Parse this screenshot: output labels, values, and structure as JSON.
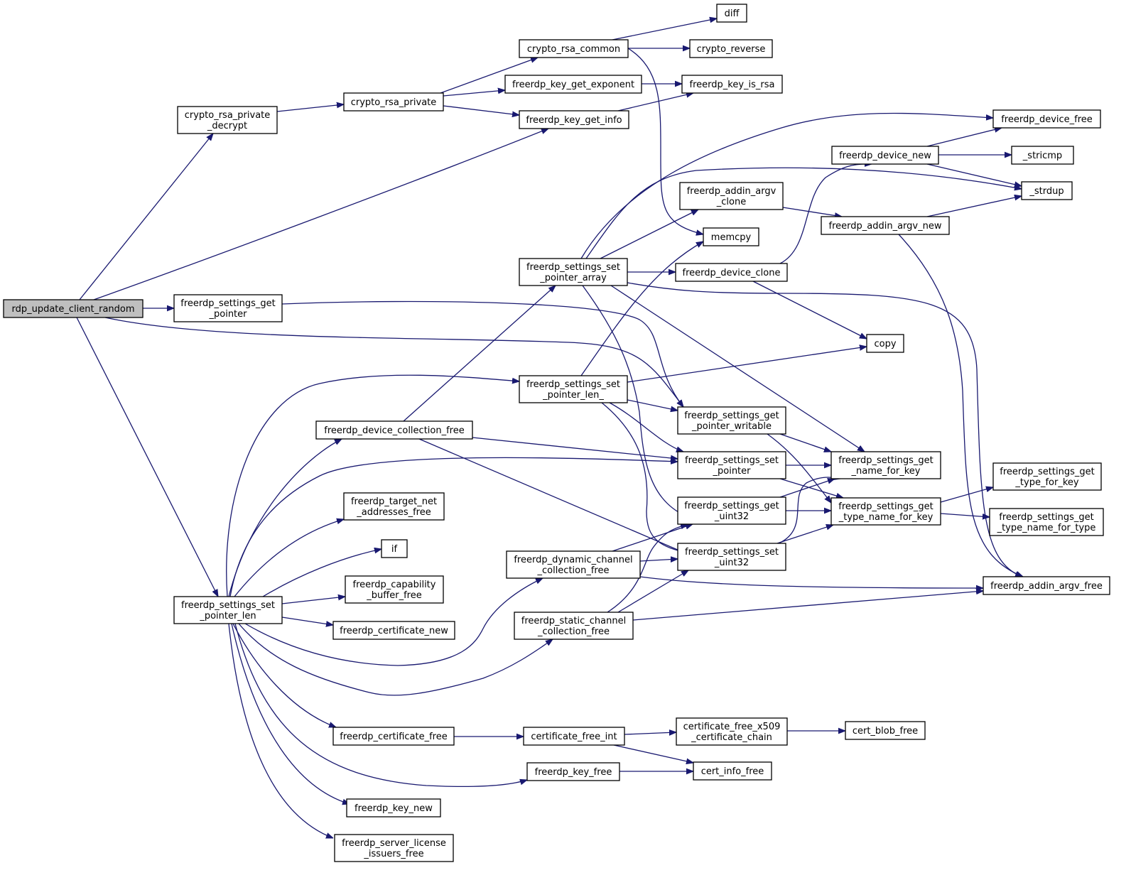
{
  "graph": {
    "colors": {
      "edge": "#191970",
      "root_fill": "#bfbfbf",
      "node_fill": "#ffffff",
      "border": "#000000"
    },
    "nodes": [
      {
        "id": "rdp_update_client_random",
        "lines": [
          "rdp_update_client_random"
        ],
        "root": true
      },
      {
        "id": "crypto_rsa_private_decrypt",
        "lines": [
          "crypto_rsa_private",
          "_decrypt"
        ]
      },
      {
        "id": "crypto_rsa_private",
        "lines": [
          "crypto_rsa_private"
        ]
      },
      {
        "id": "crypto_rsa_common",
        "lines": [
          "crypto_rsa_common"
        ]
      },
      {
        "id": "diff",
        "lines": [
          "diff"
        ]
      },
      {
        "id": "crypto_reverse",
        "lines": [
          "crypto_reverse"
        ]
      },
      {
        "id": "memcpy",
        "lines": [
          "memcpy"
        ]
      },
      {
        "id": "freerdp_key_get_exponent",
        "lines": [
          "freerdp_key_get_exponent"
        ]
      },
      {
        "id": "freerdp_key_is_rsa",
        "lines": [
          "freerdp_key_is_rsa"
        ]
      },
      {
        "id": "freerdp_key_get_info",
        "lines": [
          "freerdp_key_get_info"
        ]
      },
      {
        "id": "freerdp_settings_get_pointer",
        "lines": [
          "freerdp_settings_get",
          "_pointer"
        ]
      },
      {
        "id": "freerdp_settings_get_pointer_writable",
        "lines": [
          "freerdp_settings_get",
          "_pointer_writable"
        ]
      },
      {
        "id": "freerdp_settings_get_name_for_key",
        "lines": [
          "freerdp_settings_get",
          "_name_for_key"
        ]
      },
      {
        "id": "freerdp_settings_get_type_name_for_key",
        "lines": [
          "freerdp_settings_get",
          "_type_name_for_key"
        ]
      },
      {
        "id": "freerdp_settings_get_type_for_key",
        "lines": [
          "freerdp_settings_get",
          "_type_for_key"
        ]
      },
      {
        "id": "freerdp_settings_get_type_name_for_type",
        "lines": [
          "freerdp_settings_get",
          "_type_name_for_type"
        ]
      },
      {
        "id": "freerdp_settings_set_pointer_len",
        "lines": [
          "freerdp_settings_set",
          "_pointer_len"
        ]
      },
      {
        "id": "freerdp_capability_buffer_free",
        "lines": [
          "freerdp_capability",
          "_buffer_free"
        ]
      },
      {
        "id": "freerdp_certificate_free",
        "lines": [
          "freerdp_certificate_free"
        ]
      },
      {
        "id": "certificate_free_int",
        "lines": [
          "certificate_free_int"
        ]
      },
      {
        "id": "cert_info_free",
        "lines": [
          "cert_info_free"
        ]
      },
      {
        "id": "certificate_free_x509_certificate_chain",
        "lines": [
          "certificate_free_x509",
          "_certificate_chain"
        ]
      },
      {
        "id": "cert_blob_free",
        "lines": [
          "cert_blob_free"
        ]
      },
      {
        "id": "freerdp_certificate_new",
        "lines": [
          "freerdp_certificate_new"
        ]
      },
      {
        "id": "freerdp_device_collection_free",
        "lines": [
          "freerdp_device_collection_free"
        ]
      },
      {
        "id": "freerdp_settings_set_pointer_array",
        "lines": [
          "freerdp_settings_set",
          "_pointer_array"
        ]
      },
      {
        "id": "freerdp_addin_argv_clone",
        "lines": [
          "freerdp_addin_argv",
          "_clone"
        ]
      },
      {
        "id": "freerdp_addin_argv_new",
        "lines": [
          "freerdp_addin_argv_new"
        ]
      },
      {
        "id": "_strdup",
        "lines": [
          "_strdup"
        ]
      },
      {
        "id": "freerdp_addin_argv_free",
        "lines": [
          "freerdp_addin_argv_free"
        ]
      },
      {
        "id": "freerdp_device_clone",
        "lines": [
          "freerdp_device_clone"
        ]
      },
      {
        "id": "copy",
        "lines": [
          "copy"
        ]
      },
      {
        "id": "freerdp_device_new",
        "lines": [
          "freerdp_device_new"
        ]
      },
      {
        "id": "freerdp_device_free",
        "lines": [
          "freerdp_device_free"
        ]
      },
      {
        "id": "_stricmp",
        "lines": [
          "_stricmp"
        ]
      },
      {
        "id": "freerdp_settings_set_pointer",
        "lines": [
          "freerdp_settings_set",
          "_pointer"
        ]
      },
      {
        "id": "freerdp_settings_set_uint32",
        "lines": [
          "freerdp_settings_set",
          "_uint32"
        ]
      },
      {
        "id": "freerdp_settings_get_uint32",
        "lines": [
          "freerdp_settings_get",
          "_uint32"
        ]
      },
      {
        "id": "freerdp_settings_set_pointer_len_",
        "lines": [
          "freerdp_settings_set",
          "_pointer_len_"
        ]
      },
      {
        "id": "freerdp_dynamic_channel_collection_free",
        "lines": [
          "freerdp_dynamic_channel",
          "_collection_free"
        ]
      },
      {
        "id": "freerdp_key_free",
        "lines": [
          "freerdp_key_free"
        ]
      },
      {
        "id": "freerdp_key_new",
        "lines": [
          "freerdp_key_new"
        ]
      },
      {
        "id": "freerdp_server_license_issuers_free",
        "lines": [
          "freerdp_server_license",
          "_issuers_free"
        ]
      },
      {
        "id": "freerdp_static_channel_collection_free",
        "lines": [
          "freerdp_static_channel",
          "_collection_free"
        ]
      },
      {
        "id": "freerdp_target_net_addresses_free",
        "lines": [
          "freerdp_target_net",
          "_addresses_free"
        ]
      },
      {
        "id": "if",
        "lines": [
          "if"
        ]
      }
    ],
    "edges": [
      {
        "from": "rdp_update_client_random",
        "to": "crypto_rsa_private_decrypt"
      },
      {
        "from": "rdp_update_client_random",
        "to": "freerdp_key_get_info"
      },
      {
        "from": "rdp_update_client_random",
        "to": "freerdp_settings_get_pointer"
      },
      {
        "from": "rdp_update_client_random",
        "to": "freerdp_settings_get_pointer_writable"
      },
      {
        "from": "rdp_update_client_random",
        "to": "freerdp_settings_set_pointer_len"
      },
      {
        "from": "crypto_rsa_private_decrypt",
        "to": "crypto_rsa_private"
      },
      {
        "from": "crypto_rsa_private",
        "to": "crypto_rsa_common"
      },
      {
        "from": "crypto_rsa_private",
        "to": "freerdp_key_get_exponent"
      },
      {
        "from": "crypto_rsa_private",
        "to": "freerdp_key_get_info"
      },
      {
        "from": "crypto_rsa_common",
        "to": "diff"
      },
      {
        "from": "crypto_rsa_common",
        "to": "crypto_reverse"
      },
      {
        "from": "crypto_rsa_common",
        "to": "memcpy"
      },
      {
        "from": "freerdp_key_get_exponent",
        "to": "freerdp_key_is_rsa"
      },
      {
        "from": "freerdp_key_get_info",
        "to": "freerdp_key_is_rsa"
      },
      {
        "from": "freerdp_settings_get_pointer",
        "to": "freerdp_settings_get_pointer_writable"
      },
      {
        "from": "freerdp_settings_get_pointer_writable",
        "to": "freerdp_settings_get_name_for_key"
      },
      {
        "from": "freerdp_settings_get_pointer_writable",
        "to": "freerdp_settings_get_type_name_for_key"
      },
      {
        "from": "freerdp_settings_get_type_name_for_key",
        "to": "freerdp_settings_get_type_for_key"
      },
      {
        "from": "freerdp_settings_get_type_name_for_key",
        "to": "freerdp_settings_get_type_name_for_type"
      },
      {
        "from": "freerdp_settings_set_pointer_len",
        "to": "freerdp_capability_buffer_free"
      },
      {
        "from": "freerdp_settings_set_pointer_len",
        "to": "freerdp_certificate_free"
      },
      {
        "from": "freerdp_settings_set_pointer_len",
        "to": "freerdp_certificate_new"
      },
      {
        "from": "freerdp_settings_set_pointer_len",
        "to": "freerdp_device_collection_free"
      },
      {
        "from": "freerdp_settings_set_pointer_len",
        "to": "freerdp_dynamic_channel_collection_free"
      },
      {
        "from": "freerdp_settings_set_pointer_len",
        "to": "freerdp_key_free"
      },
      {
        "from": "freerdp_settings_set_pointer_len",
        "to": "freerdp_key_new"
      },
      {
        "from": "freerdp_settings_set_pointer_len",
        "to": "freerdp_server_license_issuers_free"
      },
      {
        "from": "freerdp_settings_set_pointer_len",
        "to": "freerdp_settings_set_pointer"
      },
      {
        "from": "freerdp_settings_set_pointer_len",
        "to": "freerdp_settings_set_pointer_len_"
      },
      {
        "from": "freerdp_settings_set_pointer_len",
        "to": "freerdp_static_channel_collection_free"
      },
      {
        "from": "freerdp_settings_set_pointer_len",
        "to": "freerdp_target_net_addresses_free"
      },
      {
        "from": "freerdp_settings_set_pointer_len",
        "to": "if"
      },
      {
        "from": "freerdp_certificate_free",
        "to": "certificate_free_int"
      },
      {
        "from": "certificate_free_int",
        "to": "cert_info_free"
      },
      {
        "from": "certificate_free_int",
        "to": "certificate_free_x509_certificate_chain"
      },
      {
        "from": "certificate_free_x509_certificate_chain",
        "to": "cert_blob_free"
      },
      {
        "from": "freerdp_device_collection_free",
        "to": "freerdp_settings_set_pointer_array"
      },
      {
        "from": "freerdp_device_collection_free",
        "to": "freerdp_settings_set_pointer"
      },
      {
        "from": "freerdp_device_collection_free",
        "to": "freerdp_settings_set_uint32"
      },
      {
        "from": "freerdp_settings_set_pointer_array",
        "to": "freerdp_addin_argv_clone"
      },
      {
        "from": "freerdp_settings_set_pointer_array",
        "to": "freerdp_addin_argv_free"
      },
      {
        "from": "freerdp_settings_set_pointer_array",
        "to": "freerdp_device_clone"
      },
      {
        "from": "freerdp_settings_set_pointer_array",
        "to": "freerdp_device_free"
      },
      {
        "from": "freerdp_settings_set_pointer_array",
        "to": "_strdup"
      },
      {
        "from": "freerdp_settings_set_pointer_array",
        "to": "freerdp_settings_get_name_for_key"
      },
      {
        "from": "freerdp_settings_set_pointer_array",
        "to": "freerdp_settings_get_uint32"
      },
      {
        "from": "freerdp_addin_argv_clone",
        "to": "freerdp_addin_argv_new"
      },
      {
        "from": "freerdp_addin_argv_new",
        "to": "_strdup"
      },
      {
        "from": "freerdp_addin_argv_new",
        "to": "freerdp_addin_argv_free"
      },
      {
        "from": "freerdp_device_clone",
        "to": "copy"
      },
      {
        "from": "freerdp_device_clone",
        "to": "freerdp_device_new"
      },
      {
        "from": "freerdp_device_new",
        "to": "freerdp_device_free"
      },
      {
        "from": "freerdp_device_new",
        "to": "_stricmp"
      },
      {
        "from": "freerdp_device_new",
        "to": "_strdup"
      },
      {
        "from": "freerdp_settings_set_pointer",
        "to": "freerdp_settings_get_name_for_key"
      },
      {
        "from": "freerdp_settings_set_pointer",
        "to": "freerdp_settings_get_type_name_for_key"
      },
      {
        "from": "freerdp_settings_set_uint32",
        "to": "freerdp_settings_get_name_for_key"
      },
      {
        "from": "freerdp_settings_set_uint32",
        "to": "freerdp_settings_get_type_name_for_key"
      },
      {
        "from": "freerdp_settings_get_uint32",
        "to": "freerdp_settings_get_name_for_key"
      },
      {
        "from": "freerdp_settings_get_uint32",
        "to": "freerdp_settings_get_type_name_for_key"
      },
      {
        "from": "freerdp_settings_set_pointer_len_",
        "to": "copy"
      },
      {
        "from": "freerdp_settings_set_pointer_len_",
        "to": "memcpy"
      },
      {
        "from": "freerdp_settings_set_pointer_len_",
        "to": "freerdp_settings_get_pointer_writable"
      },
      {
        "from": "freerdp_settings_set_pointer_len_",
        "to": "freerdp_settings_set_pointer"
      },
      {
        "from": "freerdp_settings_set_pointer_len_",
        "to": "freerdp_settings_set_uint32"
      },
      {
        "from": "freerdp_dynamic_channel_collection_free",
        "to": "freerdp_addin_argv_free"
      },
      {
        "from": "freerdp_dynamic_channel_collection_free",
        "to": "freerdp_settings_get_uint32"
      },
      {
        "from": "freerdp_dynamic_channel_collection_free",
        "to": "freerdp_settings_set_uint32"
      },
      {
        "from": "freerdp_key_free",
        "to": "cert_info_free"
      },
      {
        "from": "freerdp_static_channel_collection_free",
        "to": "freerdp_addin_argv_free"
      },
      {
        "from": "freerdp_static_channel_collection_free",
        "to": "freerdp_settings_get_uint32"
      },
      {
        "from": "freerdp_static_channel_collection_free",
        "to": "freerdp_settings_set_uint32"
      }
    ]
  }
}
